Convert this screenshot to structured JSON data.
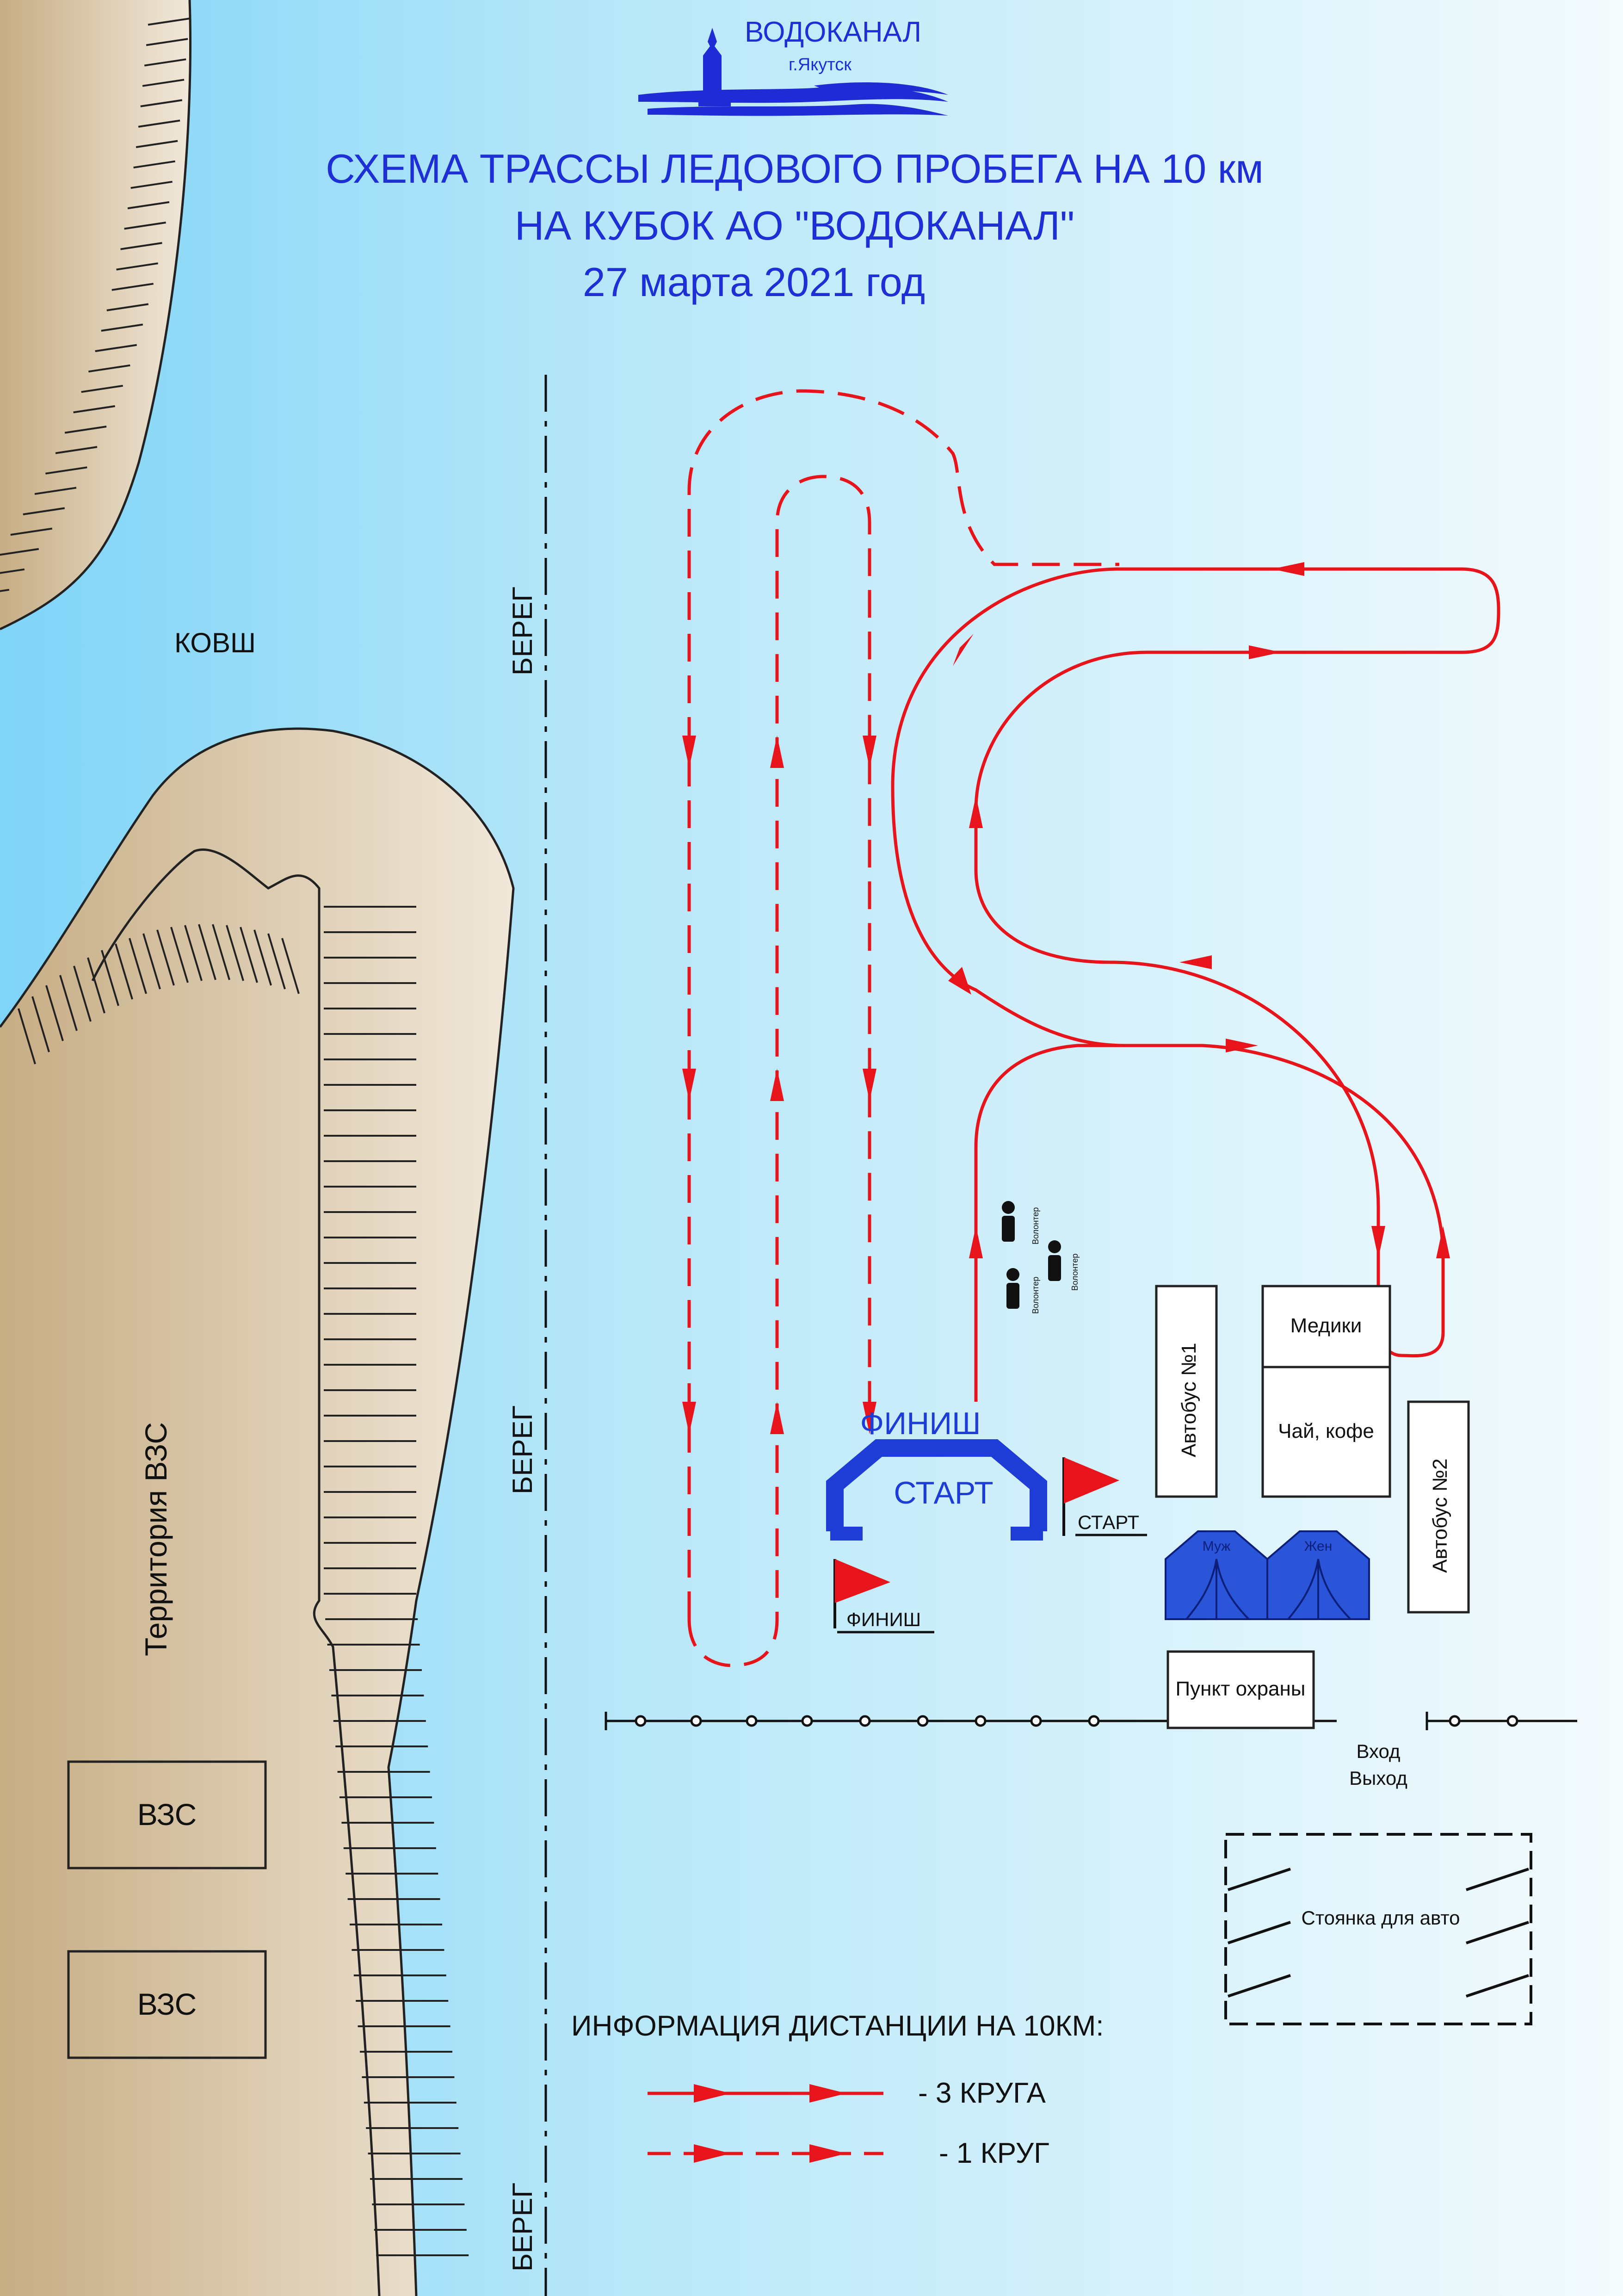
{
  "logo": {
    "name": "ВОДОКАНАЛ",
    "city": "г.Якутск"
  },
  "title": {
    "line1": "СХЕМА ТРАССЫ ЛЕДОВОГО ПРОБЕГА НА 10 км",
    "line2": "НА КУБОК АО \"ВОДОКАНАЛ\"",
    "line3": "27 марта 2021 год"
  },
  "labels": {
    "kovsh": "КОВШ",
    "shore": "БЕРЕГ",
    "territory": "Территория ВЗС",
    "vzs": "ВЗС",
    "finish": "ФИНИШ",
    "start": "СТАРТ",
    "flag_start": "СТАРТ",
    "flag_finish": "ФИНИШ",
    "volunteer": "Волонтер",
    "bus1": "Автобус №1",
    "bus2": "Автобус №2",
    "medics": "Медики",
    "tea": "Чай, кофе",
    "tent_m": "Муж",
    "tent_w": "Жен",
    "security": "Пункт охраны",
    "entrance": "Вход",
    "exit": "Выход",
    "parking": "Стоянка для авто"
  },
  "legend": {
    "title": "ИНФОРМАЦИЯ ДИСТАНЦИИ НА 10КМ:",
    "solid": "- 3 КРУГА",
    "dashed": "- 1 КРУГ"
  },
  "colors": {
    "route": "#e8141c",
    "arch": "#1e3cd6",
    "text_blue": "#1e2fd6",
    "tent": "#2a55d8",
    "land": "#d8c7a8",
    "water": "#9fdcf6"
  }
}
